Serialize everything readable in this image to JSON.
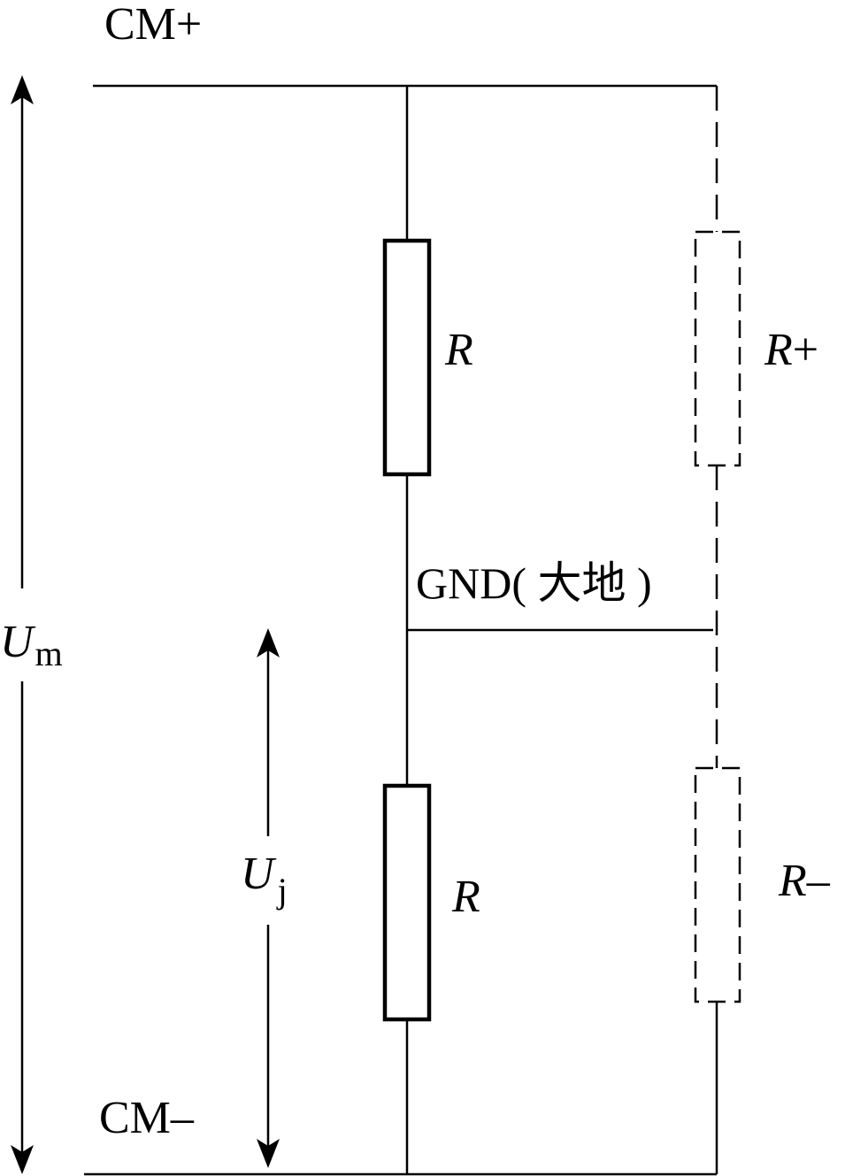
{
  "diagram": {
    "terminals": {
      "top_label": "CM+",
      "bottom_label": "CM–"
    },
    "resistors": {
      "upper_label": "R",
      "lower_label": "R",
      "leak_plus_symbol": "R",
      "leak_plus_suffix": "+",
      "leak_minus_symbol": "R",
      "leak_minus_suffix": "–"
    },
    "ground": {
      "label": "GND( 大地 )"
    },
    "voltages": {
      "total_symbol": "U",
      "total_subscript": "m",
      "partial_symbol": "U",
      "partial_subscript": "j"
    }
  }
}
